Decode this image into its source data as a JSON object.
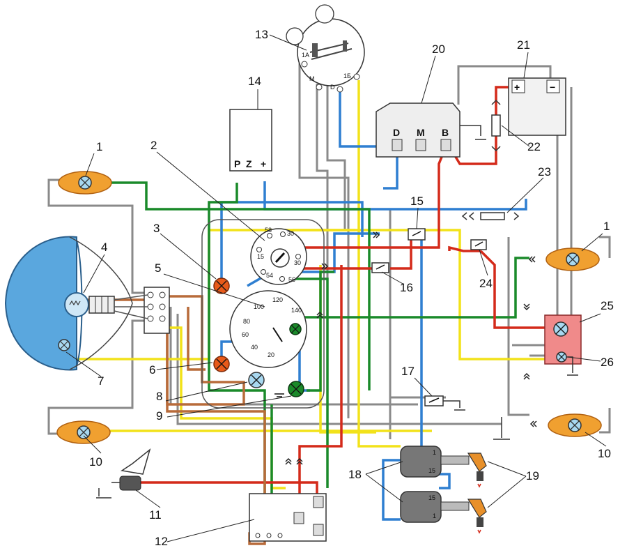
{
  "callouts": [
    "1",
    "2",
    "3",
    "4",
    "5",
    "6",
    "7",
    "8",
    "9",
    "10",
    "11",
    "12",
    "13",
    "14",
    "15",
    "16",
    "17",
    "18",
    "19",
    "20",
    "21",
    "22",
    "23",
    "24",
    "25",
    "26"
  ],
  "callout_1b": "1",
  "callout_10b": "10",
  "relay_terminals": {
    "d": "D",
    "m": "M",
    "b": "B"
  },
  "regulator_terminals": {
    "p": "P",
    "z": "Z",
    "plus": "+"
  },
  "battery_terminals": {
    "plus": "+",
    "minus": "−"
  },
  "distributor_labels": {
    "a": "1A",
    "m": "M",
    "d": "D",
    "b": "1Б"
  },
  "switch_labels": {
    "t58": "58",
    "t30": "30",
    "t15": "15",
    "t30b": "30",
    "t54": "54",
    "t56": "56"
  },
  "speedo_ticks": [
    "20",
    "40",
    "60",
    "80",
    "100",
    "120",
    "140"
  ],
  "coil_labels": {
    "top1": "1",
    "top15": "15",
    "bot15": "15",
    "bot1": "1"
  },
  "colors": {
    "red": "#d42a1a",
    "yellow": "#f2e21a",
    "blue": "#2f7fd1",
    "green": "#1a8a2a",
    "brown": "#b86b3a",
    "gray": "#8a8a8a",
    "lamp_orange": "#f0a030",
    "lamp_blue": "#a8d8f0",
    "headlight": "#5aa7de",
    "relay_pink": "#f08a8a"
  }
}
